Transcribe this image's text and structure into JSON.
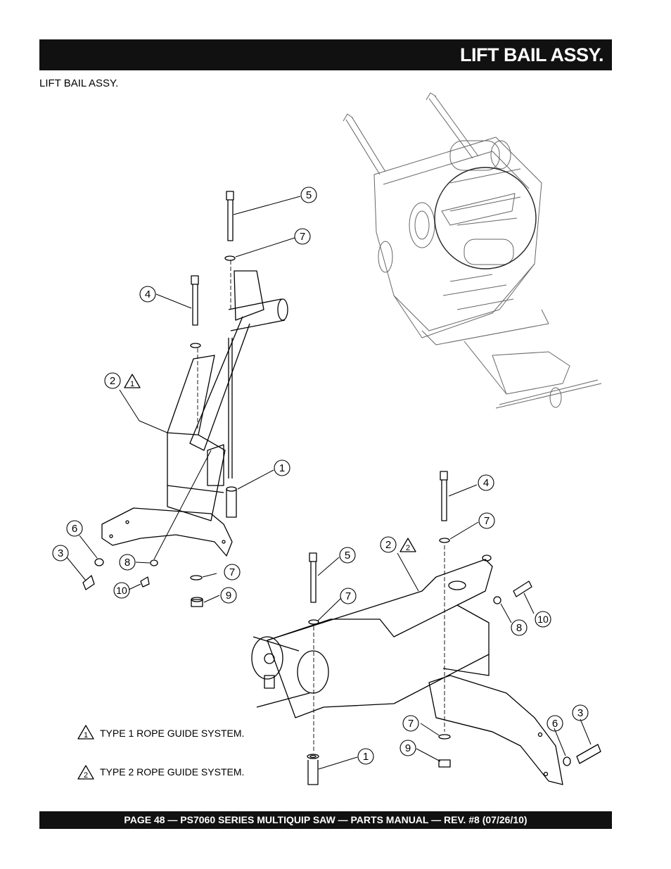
{
  "header": {
    "title": "LIFT BAIL ASSY."
  },
  "section": {
    "subtitle": "LIFT BAIL ASSY."
  },
  "callouts": {
    "left": [
      "5",
      "7",
      "4",
      "2",
      "1",
      "6",
      "3",
      "8",
      "10",
      "7",
      "9"
    ],
    "right": [
      "4",
      "7",
      "5",
      "2",
      "7",
      "8",
      "10",
      "7",
      "9",
      "6",
      "3",
      "1"
    ],
    "note_ref_type1": "1",
    "note_ref_type2": "2"
  },
  "legend": {
    "type1_ref": "1",
    "type1": "TYPE 1 ROPE GUIDE SYSTEM.",
    "type2_ref": "2",
    "type2": "TYPE 2 ROPE GUIDE SYSTEM."
  },
  "footer": {
    "text": "PAGE 48 — PS7060 SERIES MULTIQUIP SAW — PARTS MANUAL — REV. #8 (07/26/10)"
  }
}
